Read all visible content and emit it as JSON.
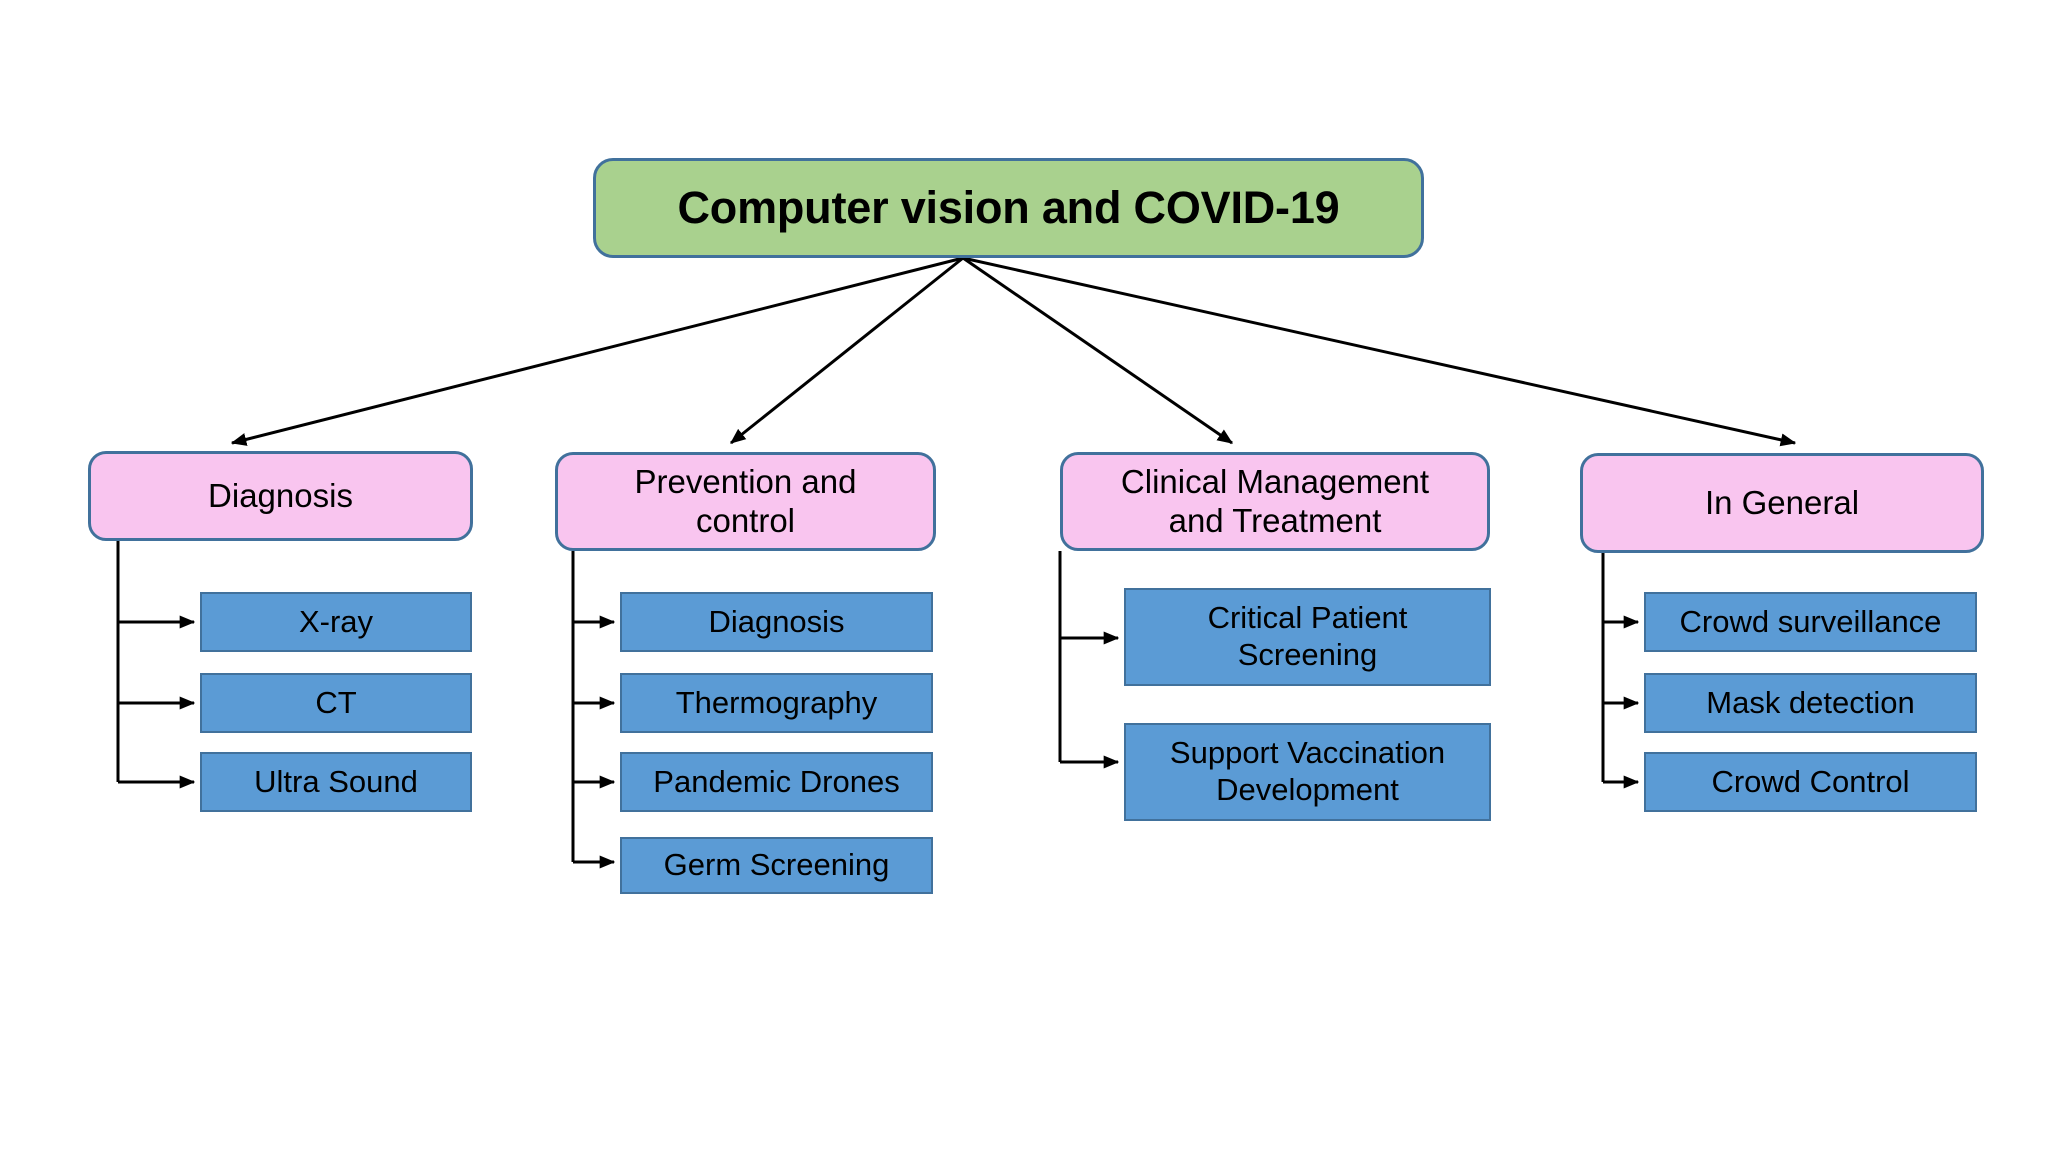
{
  "diagram": {
    "title": "Computer vision and COVID-19",
    "type": "tree",
    "colors": {
      "root_fill": "#a9d18e",
      "category_fill": "#f9c5ef",
      "leaf_fill": "#5b9bd5",
      "border": "#41719c",
      "connector": "#000000",
      "background": "#ffffff"
    },
    "root": {
      "label": "Computer vision and COVID-19"
    },
    "branches": [
      {
        "label": "Diagnosis",
        "children": [
          {
            "label": "X-ray"
          },
          {
            "label": "CT"
          },
          {
            "label": "Ultra Sound"
          }
        ]
      },
      {
        "label": "Prevention and\ncontrol",
        "children": [
          {
            "label": "Diagnosis"
          },
          {
            "label": "Thermography"
          },
          {
            "label": "Pandemic Drones"
          },
          {
            "label": "Germ Screening"
          }
        ]
      },
      {
        "label": "Clinical Management\nand Treatment",
        "children": [
          {
            "label": "Critical Patient\nScreening"
          },
          {
            "label": "Support Vaccination\nDevelopment"
          }
        ]
      },
      {
        "label": "In General",
        "children": [
          {
            "label": "Crowd surveillance"
          },
          {
            "label": "Mask detection"
          },
          {
            "label": "Crowd Control"
          }
        ]
      }
    ]
  }
}
